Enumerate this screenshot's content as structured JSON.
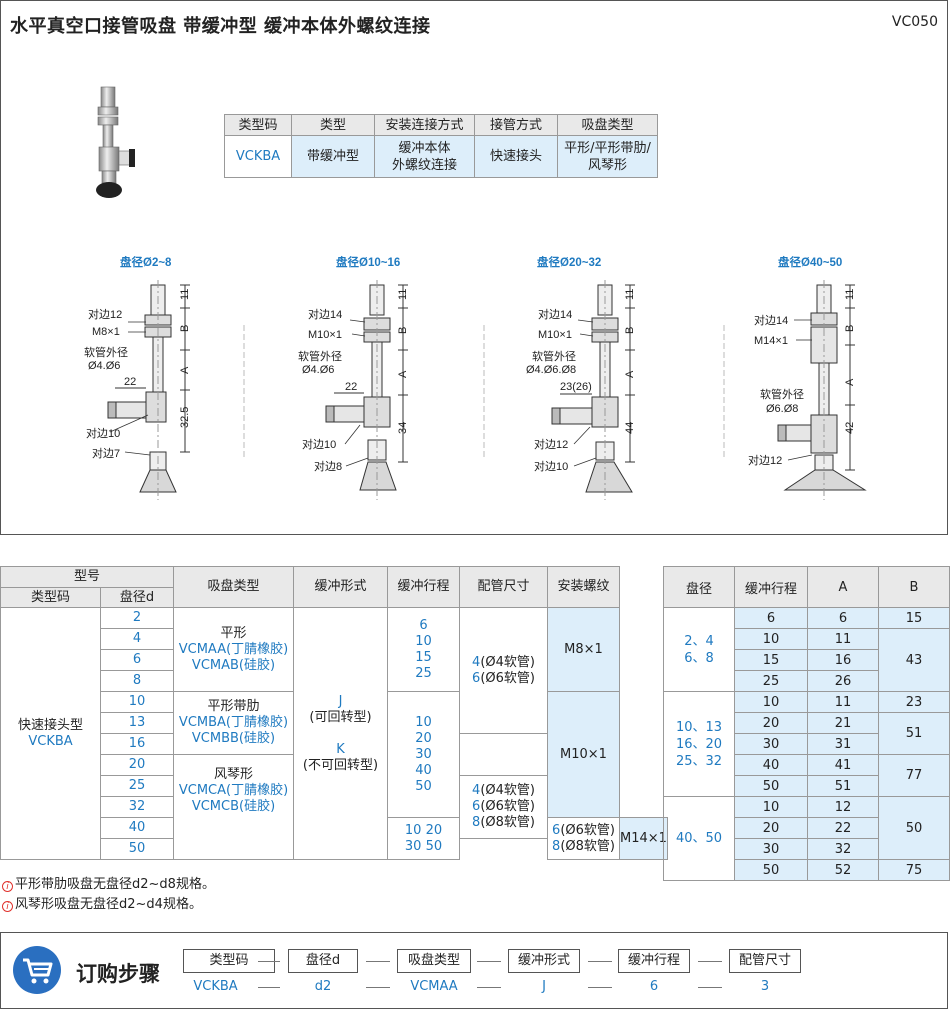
{
  "header": {
    "title": "水平真空口接管吸盘  带缓冲型  缓冲本体外螺纹连接",
    "code": "VC050"
  },
  "type_table": {
    "headers": [
      "类型码",
      "类型",
      "安装连接方式",
      "接管方式",
      "吸盘类型"
    ],
    "code": "VCKBA",
    "type": "带缓冲型",
    "mount_line1": "缓冲本体",
    "mount_line2": "外螺纹连接",
    "pipe": "快速接头",
    "pad_line1": "平形/平形带肋/",
    "pad_line2": "风琴形"
  },
  "drawings": [
    {
      "title": "盘径Ø2~8",
      "labels": [
        "对边12",
        "M8×1",
        "软管外径",
        "Ø4.Ø6",
        "22",
        "对边10",
        "对边7"
      ],
      "dims": [
        "11",
        "B",
        "A",
        "32.5"
      ]
    },
    {
      "title": "盘径Ø10~16",
      "labels": [
        "对边14",
        "M10×1",
        "软管外径",
        "Ø4.Ø6",
        "22",
        "对边10",
        "对边8"
      ],
      "dims": [
        "11",
        "B",
        "A",
        "34"
      ]
    },
    {
      "title": "盘径Ø20~32",
      "labels": [
        "对边14",
        "M10×1",
        "软管外径",
        "Ø4.Ø6.Ø8",
        "23(26)",
        "对边12",
        "对边10"
      ],
      "dims": [
        "11",
        "B",
        "A",
        "44"
      ]
    },
    {
      "title": "盘径Ø40~50",
      "labels": [
        "对边14",
        "M14×1",
        "软管外径",
        "Ø6.Ø8",
        "对边12"
      ],
      "dims": [
        "11",
        "B",
        "A",
        "42"
      ]
    }
  ],
  "main_table": {
    "h_model": "型号",
    "h_typecode": "类型码",
    "h_dia": "盘径d",
    "h_padtype": "吸盘类型",
    "h_buffer_form": "缓冲形式",
    "h_stroke": "缓冲行程",
    "h_pipe_size": "配管尺寸",
    "h_thread": "安装螺纹",
    "type_name": "快速接头型",
    "type_code": "VCKBA",
    "diameters": [
      "2",
      "4",
      "6",
      "8",
      "10",
      "13",
      "16",
      "20",
      "25",
      "32",
      "40",
      "50"
    ],
    "pad_flat": [
      "平形",
      "VCMAA(丁腈橡胶)",
      "VCMAB(硅胶)"
    ],
    "pad_rib": [
      "平形带肋",
      "VCMBA(丁腈橡胶)",
      "VCMBB(硅胶)"
    ],
    "pad_bellows": [
      "风琴形",
      "VCMCA(丁腈橡胶)",
      "VCMCB(硅胶)"
    ],
    "buffer_j": "J",
    "buffer_j_desc": "(可回转型)",
    "buffer_k": "K",
    "buffer_k_desc": "(不可回转型)",
    "stroke_1": [
      "6",
      "10",
      "15",
      "25"
    ],
    "stroke_2": [
      "10",
      "20",
      "30",
      "40",
      "50"
    ],
    "stroke_3_line1": "10  20",
    "stroke_3_line2": "30  50",
    "pipe_1_a": "4",
    "pipe_1_a_t": "(Ø4软管)",
    "pipe_1_b": "6",
    "pipe_1_b_t": "(Ø6软管)",
    "pipe_2_a": "4",
    "pipe_2_a_t": "(Ø4软管)",
    "pipe_2_b": "6",
    "pipe_2_b_t": "(Ø6软管)",
    "pipe_2_c": "8",
    "pipe_2_c_t": "(Ø8软管)",
    "pipe_3_a": "6",
    "pipe_3_a_t": "(Ø6软管)",
    "pipe_3_b": "8",
    "pipe_3_b_t": "(Ø8软管)",
    "thread_1": "M8×1",
    "thread_2": "M10×1",
    "thread_3": "M14×1"
  },
  "size_table": {
    "headers": [
      "盘径",
      "缓冲行程",
      "A",
      "B"
    ],
    "group1": "2、4  6、8",
    "group2": "10、13  16、20  25、32",
    "group3": "40、50",
    "rows": [
      {
        "stroke": "6",
        "a": "6"
      },
      {
        "stroke": "10",
        "a": "11"
      },
      {
        "stroke": "15",
        "a": "16"
      },
      {
        "stroke": "25",
        "a": "26"
      },
      {
        "stroke": "10",
        "a": "11"
      },
      {
        "stroke": "20",
        "a": "21"
      },
      {
        "stroke": "30",
        "a": "31"
      },
      {
        "stroke": "40",
        "a": "41"
      },
      {
        "stroke": "50",
        "a": "51"
      },
      {
        "stroke": "10",
        "a": "12"
      },
      {
        "stroke": "20",
        "a": "22"
      },
      {
        "stroke": "30",
        "a": "32"
      },
      {
        "stroke": "50",
        "a": "52"
      }
    ],
    "b_values": [
      "15",
      "43",
      "23",
      "51",
      "77",
      "50",
      "75"
    ]
  },
  "notes": [
    "平形带肋吸盘无盘径d2~d8规格。",
    "风琴形吸盘无盘径d2~d4规格。"
  ],
  "order": {
    "title": "订购步骤",
    "fields": [
      "类型码",
      "盘径d",
      "吸盘类型",
      "缓冲形式",
      "缓冲行程",
      "配管尺寸"
    ],
    "values": [
      "VCKBA",
      "d2",
      "VCMAA",
      "J",
      "6",
      "3"
    ]
  },
  "colors": {
    "accent": "#1f7ac0",
    "header_bg": "#e9e9e9",
    "highlight_bg": "#ddeefa",
    "cart_icon": "#2a6fc0"
  },
  "icons": [
    "info-icon",
    "shopping-cart-icon",
    "product-photo"
  ]
}
